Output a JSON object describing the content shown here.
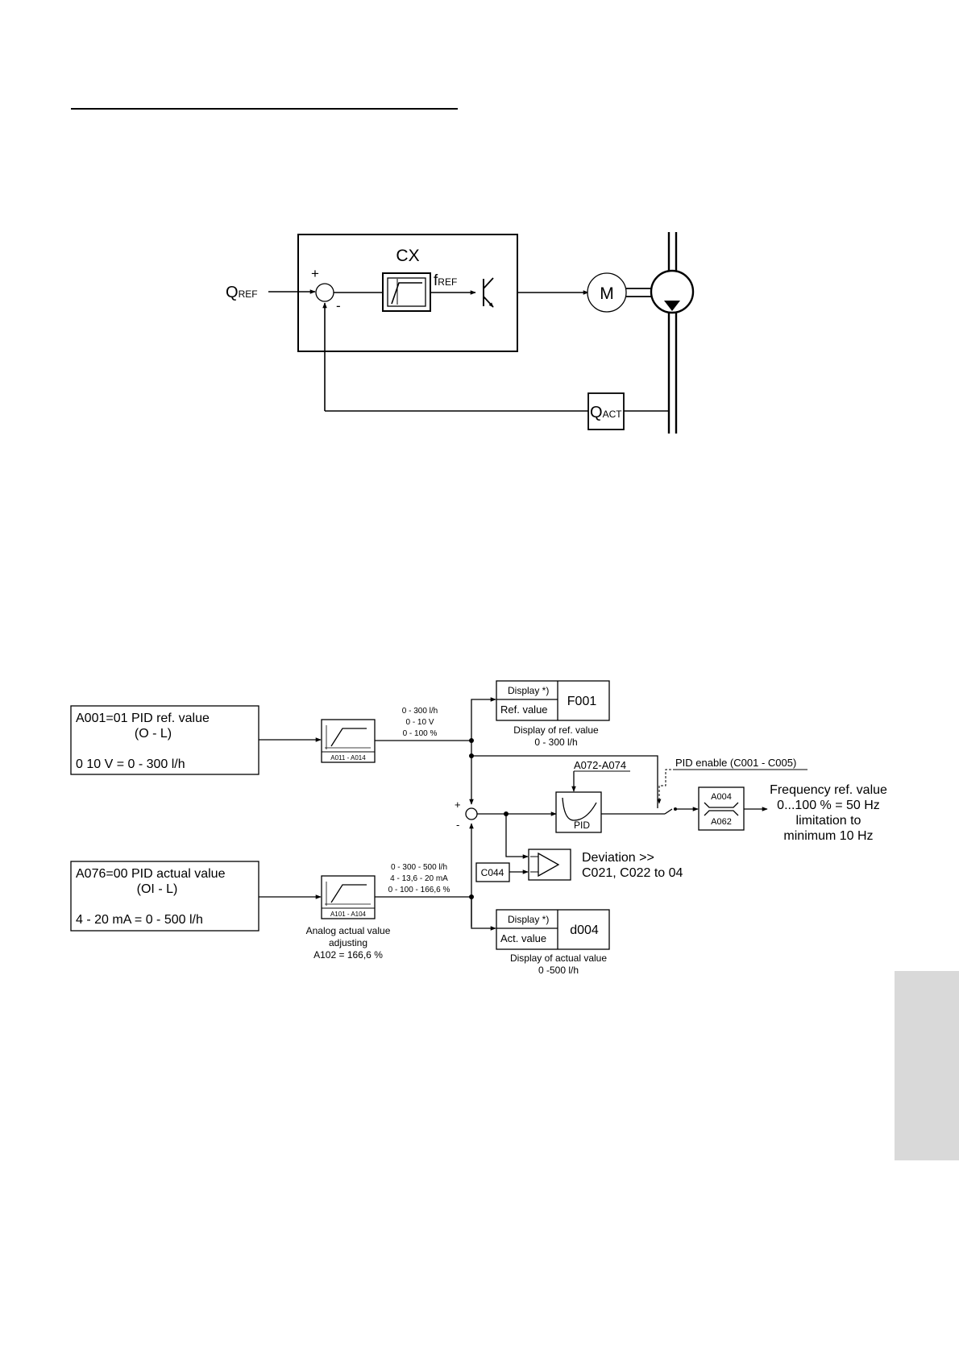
{
  "top_diagram": {
    "box_title": "CX",
    "q_ref": {
      "main": "Q",
      "sub": "REF"
    },
    "f_ref": {
      "main": "f",
      "sub": "REF"
    },
    "plus": "+",
    "minus": "-",
    "motor": "M",
    "q_act": {
      "main": "Q",
      "sub": "ACT"
    }
  },
  "bottom_diagram": {
    "ref_box": {
      "line1": "A001=01   PID ref. value",
      "line2": "(O - L)",
      "line3": "0 10 V = 0 - 300 l/h"
    },
    "act_box": {
      "line1": "A076=00   PID actual value",
      "line2": "(OI - L)",
      "line3": "4 - 20 mA = 0 - 500 l/h"
    },
    "ref_scaler_label": "A011 - A014",
    "act_scaler_label": "A101 - A104",
    "ref_ranges": [
      "0 - 300 l/h",
      "0 - 10 V",
      "0 - 100 %"
    ],
    "act_ranges": [
      "0 - 300 - 500 l/h",
      "4 - 13,6 - 20 mA",
      "0 - 100 - 166,6 %"
    ],
    "act_adjust": [
      "Analog actual value",
      "adjusting",
      "A102 = 166,6 %"
    ],
    "display_ref": {
      "tag": "Display *)",
      "label": "Ref. value",
      "code": "F001",
      "caption": [
        "Display of ref. value",
        "0 - 300 l/h"
      ]
    },
    "display_act": {
      "tag": "Display *)",
      "label": "Act. value",
      "code": "d004",
      "caption": [
        "Display of actual value",
        "0 -500 l/h"
      ]
    },
    "pid_params": "A072-A074",
    "pid_label": "PID",
    "pid_enable": "PID enable  (C001 - C005)",
    "plus": "+",
    "minus": "-",
    "limit_top": "A004",
    "limit_bottom": "A062",
    "freq_ref": [
      "Frequency ref. value",
      "0...100 % = 50 Hz",
      "limitation to",
      "minimum 10 Hz"
    ],
    "c044": "C044",
    "deviation": [
      "Deviation >>",
      "C021, C022 to 04"
    ]
  }
}
